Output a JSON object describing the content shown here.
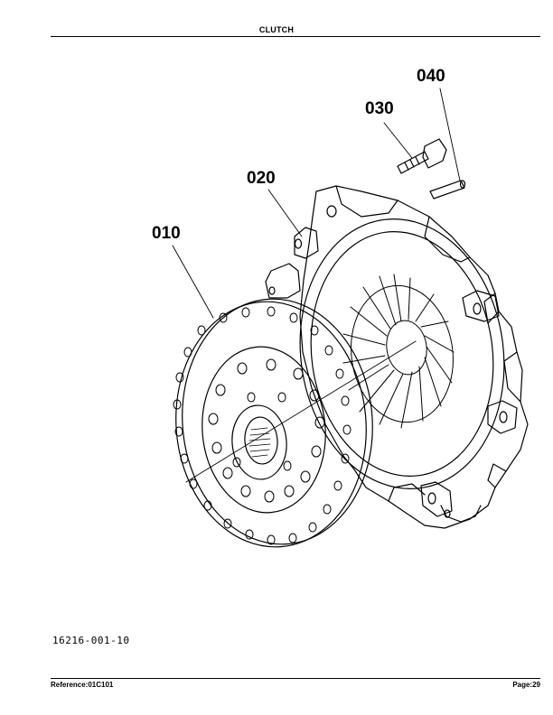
{
  "header": {
    "title": "CLUTCH"
  },
  "footer": {
    "reference": "Reference:01C101",
    "page": "Page:29"
  },
  "callouts": [
    "010",
    "020",
    "030",
    "040"
  ],
  "figure_number": "16216-001-10"
}
